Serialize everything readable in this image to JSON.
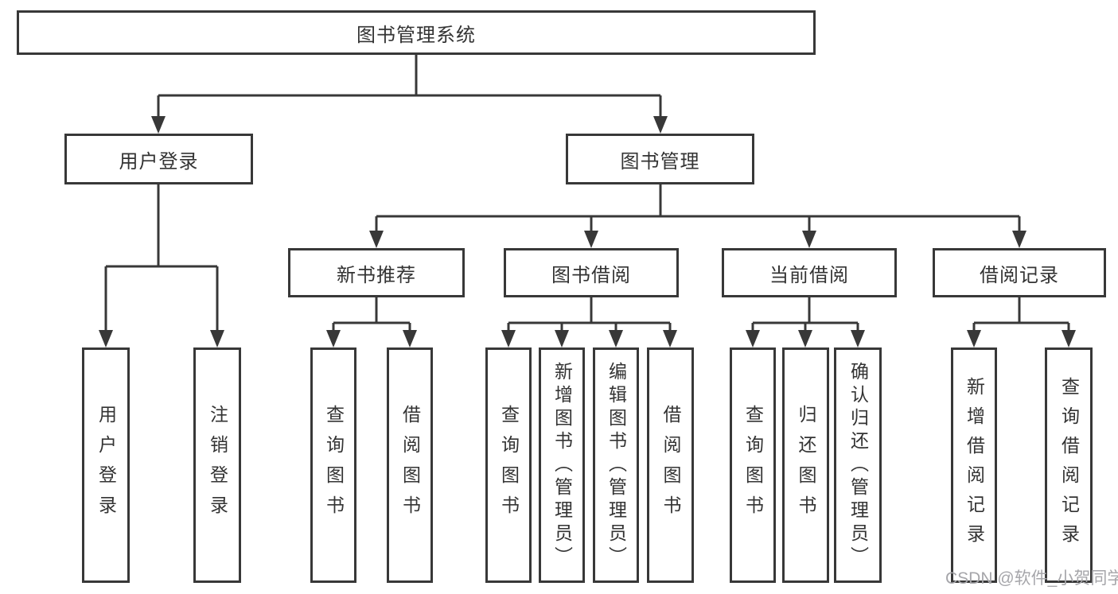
{
  "diagram": {
    "title_note": "functional structure tree of a library management system",
    "root": {
      "label": "图书管理系统"
    },
    "level2": [
      {
        "label": "用户登录"
      },
      {
        "label": "图书管理"
      }
    ],
    "level3": [
      {
        "label": "新书推荐"
      },
      {
        "label": "图书借阅"
      },
      {
        "label": "当前借阅"
      },
      {
        "label": "借阅记录"
      }
    ],
    "leaves": [
      {
        "label": "用户登录",
        "parent": "用户登录"
      },
      {
        "label": "注销登录",
        "parent": "用户登录"
      },
      {
        "label": "查询图书",
        "parent": "新书推荐"
      },
      {
        "label": "借阅图书",
        "parent": "新书推荐"
      },
      {
        "label": "查询图书",
        "parent": "图书借阅"
      },
      {
        "label": "新增图书（管理员）",
        "parent": "图书借阅"
      },
      {
        "label": "编辑图书（管理员）",
        "parent": "图书借阅"
      },
      {
        "label": "借阅图书",
        "parent": "图书借阅"
      },
      {
        "label": "查询图书",
        "parent": "当前借阅"
      },
      {
        "label": "归还图书",
        "parent": "当前借阅"
      },
      {
        "label": "确认归还（管理员）",
        "parent": "当前借阅"
      },
      {
        "label": "新增借阅记录",
        "parent": "借阅记录"
      },
      {
        "label": "查询借阅记录",
        "parent": "借阅记录"
      }
    ],
    "watermark": "CSDN @软件_小贺同学",
    "colors": {
      "line": "#383838",
      "box_border": "#383838",
      "text": "#333333",
      "watermark": "#a6a6aa",
      "background": "#ffffff"
    }
  }
}
